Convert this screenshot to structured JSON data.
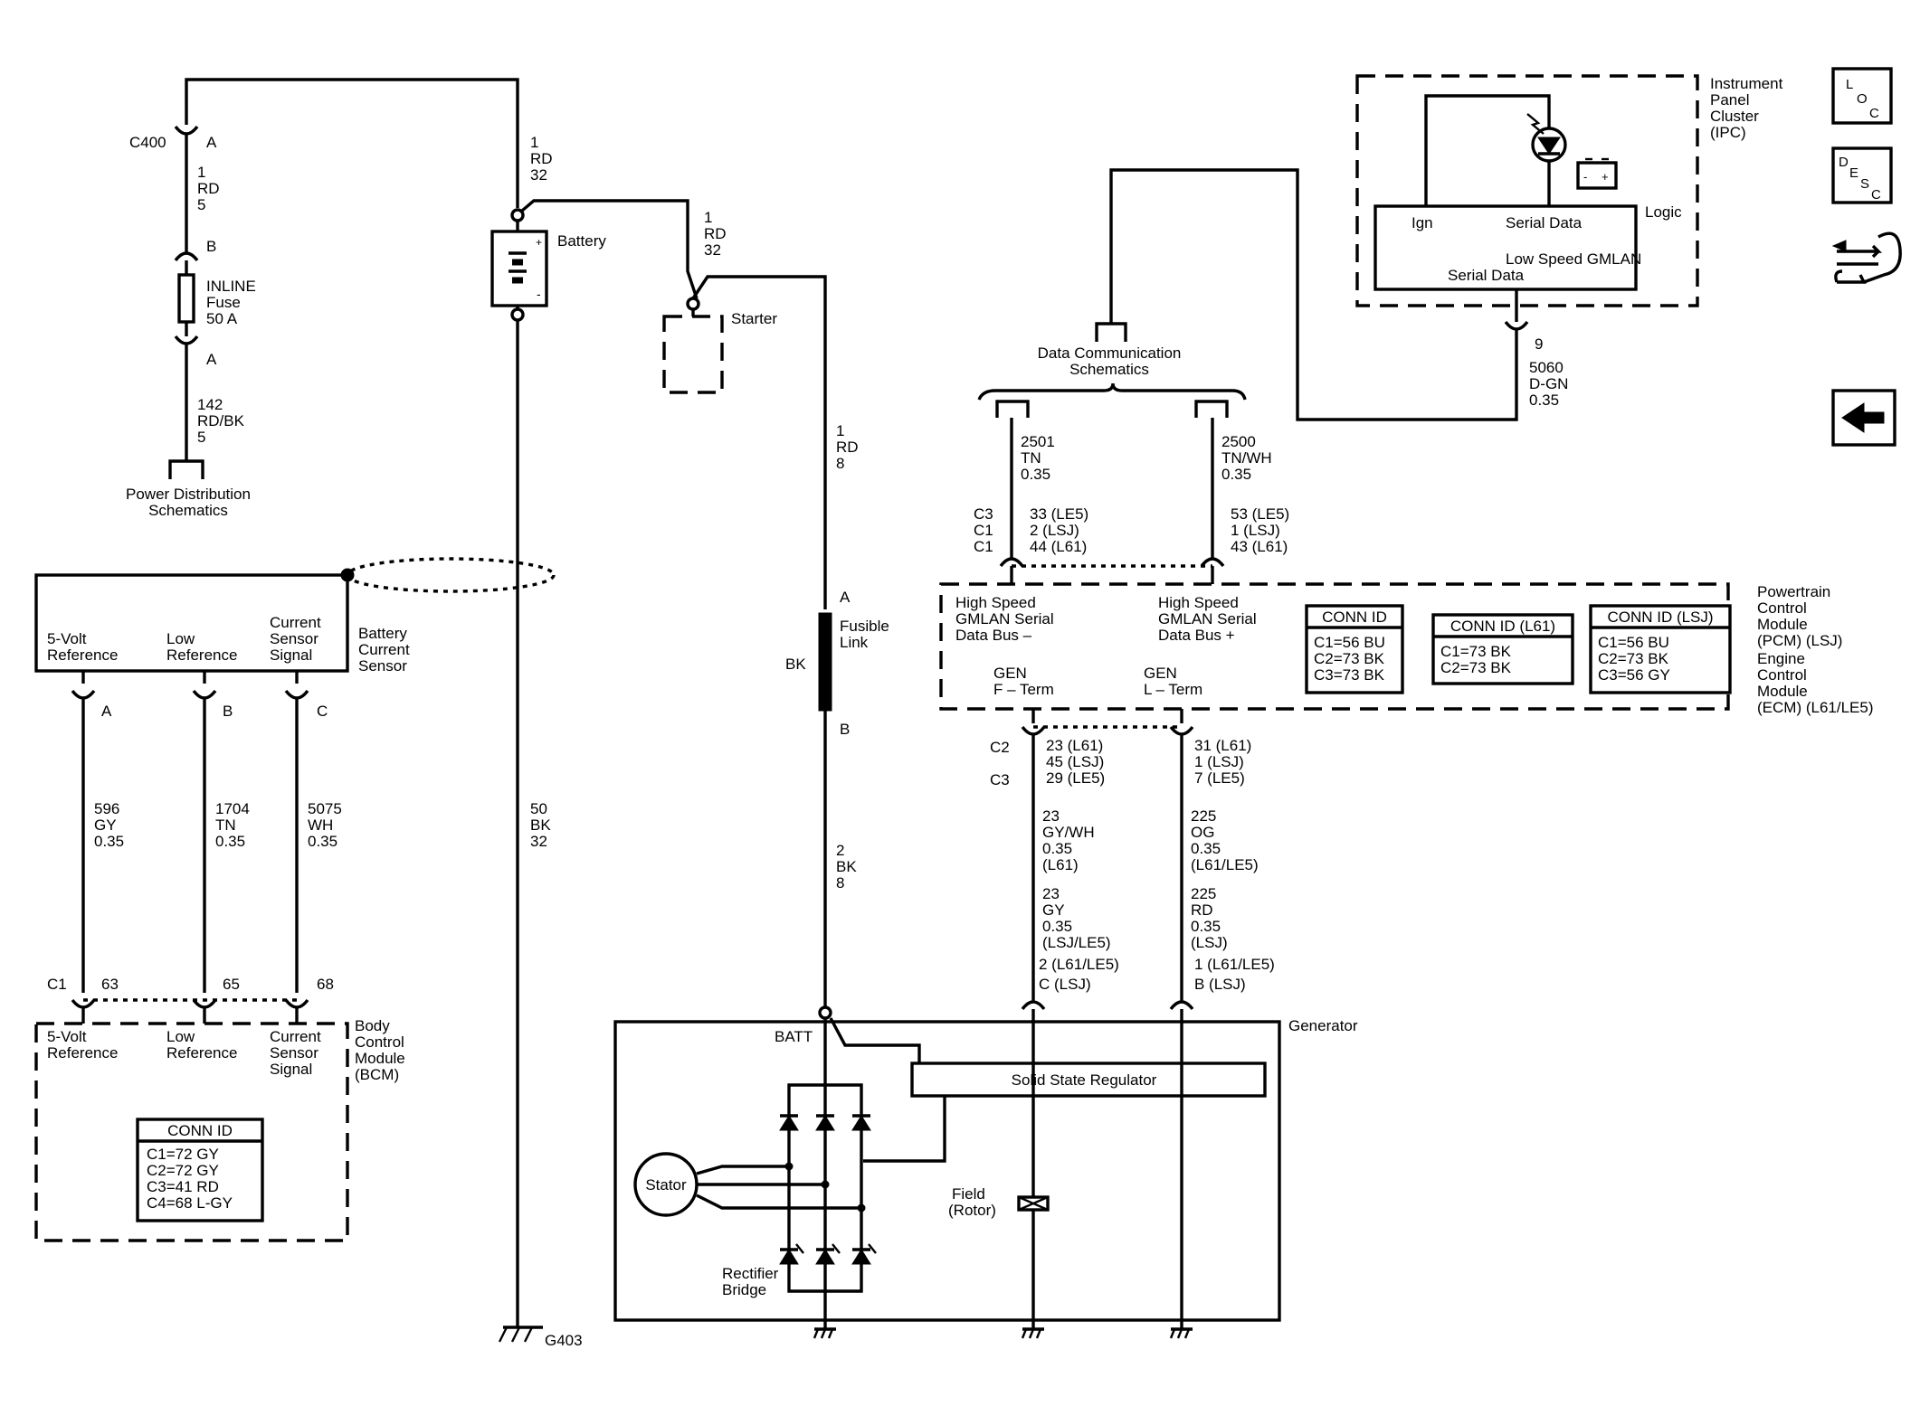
{
  "labels": {
    "c400": "C400",
    "c400_pin_a": "A",
    "fuse_top_wire": [
      "1",
      "RD",
      "5"
    ],
    "fuse_pin_b": "B",
    "fuse": [
      "INLINE",
      "Fuse",
      "50 A"
    ],
    "fuse_pin_a": "A",
    "pd_wire": [
      "142",
      "RD/BK",
      "5"
    ],
    "power_distribution": [
      "Power Distribution",
      "Schematics"
    ],
    "battery_wire": [
      "1",
      "RD",
      "32"
    ],
    "battery": "Battery",
    "starter_wire": [
      "1",
      "RD",
      "32"
    ],
    "starter": "Starter",
    "gen_wire": [
      "1",
      "RD",
      "8"
    ],
    "fusible_link_a": "A",
    "fusible_link": [
      "Fusible",
      "Link"
    ],
    "fusible_bk": "BK",
    "fusible_link_b": "B",
    "gen_wire2": [
      "2",
      "BK",
      "8"
    ],
    "ground_wire": [
      "50",
      "BK",
      "32"
    ],
    "g403": "G403",
    "bcs_title": [
      "Battery",
      "Current",
      "Sensor"
    ],
    "bcs_pins": [
      [
        "5-Volt",
        "Reference"
      ],
      [
        "Low",
        "Reference"
      ],
      [
        "Current",
        "Sensor",
        "Signal"
      ]
    ],
    "bcs_pin_letters": [
      "A",
      "B",
      "C"
    ],
    "bcs_wires": [
      [
        "596",
        "GY",
        "0.35"
      ],
      [
        "1704",
        "TN",
        "0.35"
      ],
      [
        "5075",
        "WH",
        "0.35"
      ]
    ],
    "bcm_conn": "C1",
    "bcm_pin_nums": [
      "63",
      "65",
      "68"
    ],
    "bcm_pins": [
      [
        "5-Volt",
        "Reference"
      ],
      [
        "Low",
        "Reference"
      ],
      [
        "Current",
        "Sensor",
        "Signal"
      ]
    ],
    "bcm_title": [
      "Body",
      "Control",
      "Module",
      "(BCM)"
    ],
    "bcm_conn_id_title": "CONN ID",
    "bcm_conn_ids": [
      "C1=72 GY",
      "C2=72 GY",
      "C3=41 RD",
      "C4=68 L-GY"
    ],
    "ipc_title": [
      "Instrument",
      "Panel",
      "Cluster",
      "(IPC)"
    ],
    "ipc_logic": "Logic",
    "ipc_ign": "Ign",
    "ipc_serial": "Serial Data",
    "ipc_gmlan": [
      "Low Speed GMLAN",
      "Serial Data"
    ],
    "ipc_battery_sign": [
      "-",
      "+"
    ],
    "ipc_pin": "9",
    "ipc_wire": [
      "5060",
      "D-GN",
      "0.35"
    ],
    "data_comm": [
      "Data Communication",
      "Schematics"
    ],
    "can_low_wire": [
      "2501",
      "TN",
      "0.35"
    ],
    "can_high_wire": [
      "2500",
      "TN/WH",
      "0.35"
    ],
    "pcm_conn_left": [
      "C3",
      "C1",
      "C1"
    ],
    "pcm_pins_left": [
      "33 (LE5)",
      "2 (LSJ)",
      "44 (L61)"
    ],
    "pcm_pins_right": [
      "53 (LE5)",
      "1 (LSJ)",
      "43 (L61)"
    ],
    "hs_low": [
      "High Speed",
      "GMLAN Serial",
      "Data Bus –"
    ],
    "hs_high": [
      "High Speed",
      "GMLAN Serial",
      "Data Bus +"
    ],
    "gen_f": [
      "GEN",
      "F – Term"
    ],
    "gen_l": [
      "GEN",
      "L – Term"
    ],
    "pcm_conn_id1": {
      "title": "CONN ID",
      "rows": [
        "C1=56 BU",
        "C2=73 BK",
        "C3=73 BK"
      ]
    },
    "pcm_conn_id2": {
      "title": "CONN ID (L61)",
      "rows": [
        "C1=73 BK",
        "C2=73 BK"
      ]
    },
    "pcm_conn_id3": {
      "title": "CONN ID (LSJ)",
      "rows": [
        "C1=56 BU",
        "C2=73 BK",
        "C3=56 GY"
      ]
    },
    "pcm_title": [
      "Powertrain",
      "Control",
      "Module",
      "(PCM) (LSJ)",
      "Engine",
      "Control",
      "Module",
      "(ECM) (L61/LE5)"
    ],
    "f_conn": [
      "C2",
      "C3"
    ],
    "f_pins": [
      "23 (L61)",
      "45 (LSJ)",
      "29 (LE5)"
    ],
    "l_pins": [
      "31 (L61)",
      "1 (LSJ)",
      "7 (LE5)"
    ],
    "f_wire1": [
      "23",
      "GY/WH",
      "0.35",
      "(L61)"
    ],
    "f_wire2": [
      "23",
      "GY",
      "0.35",
      "(LSJ/LE5)"
    ],
    "l_wire1": [
      "225",
      "OG",
      "0.35",
      "(L61/LE5)"
    ],
    "l_wire2": [
      "225",
      "RD",
      "0.35",
      "(LSJ)"
    ],
    "f_gen_pin": [
      "2 (L61/LE5)",
      "C (LSJ)"
    ],
    "l_gen_pin": [
      "1 (L61/LE5)",
      "B (LSJ)"
    ],
    "generator": "Generator",
    "batt": "BATT",
    "regulator": "Solid State Regulator",
    "stator": "Stator",
    "field": [
      "Field",
      "(Rotor)"
    ],
    "rectifier": [
      "Rectifier",
      "Bridge"
    ]
  },
  "nav_icons": {
    "loc": [
      "L",
      "O",
      "C"
    ],
    "desc": [
      "D",
      "E",
      "S",
      "C"
    ]
  }
}
